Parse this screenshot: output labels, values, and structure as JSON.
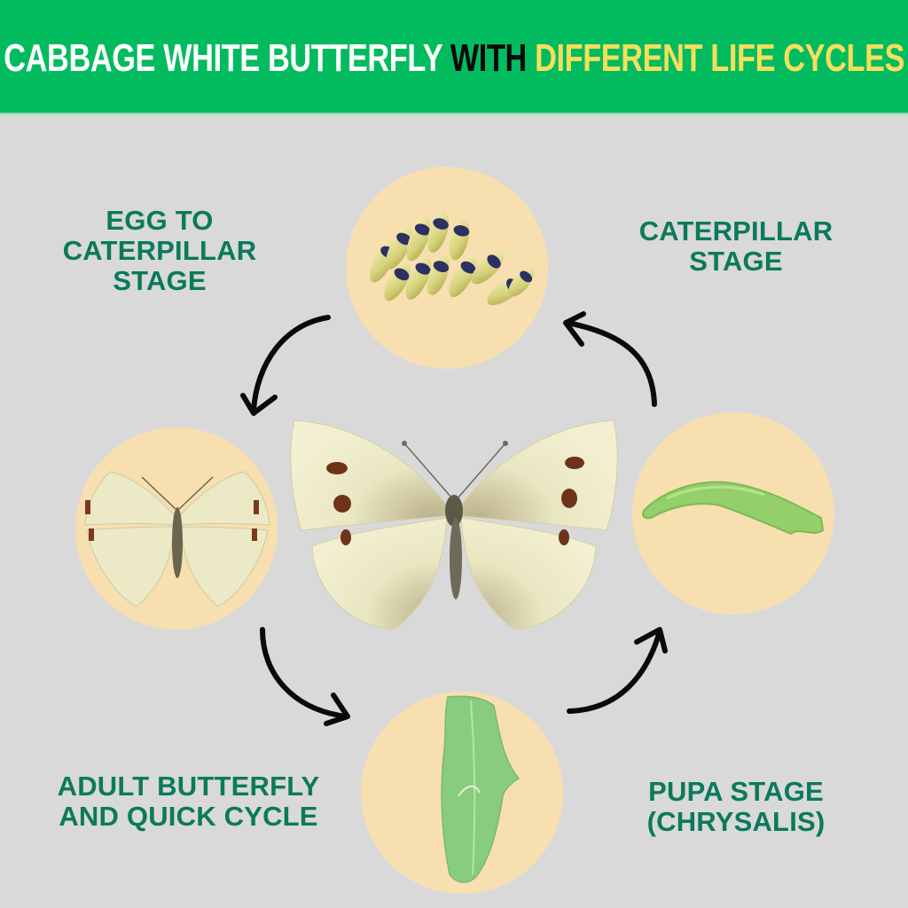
{
  "header": {
    "title_parts": [
      {
        "text": "CABBAGE WHITE BUTTERFLY ",
        "color": "#ffffff"
      },
      {
        "text": "WITH ",
        "color": "#0a0a0a"
      },
      {
        "text": "DIFFERENT LIFE CYCLES",
        "color": "#f6de5c"
      }
    ],
    "background": "#03bb5f"
  },
  "colors": {
    "background": "#d9d9d9",
    "label_text": "#0b7a5a",
    "circle_fill": "#f7dfb0",
    "arrow": "#0a0a0a"
  },
  "stages": {
    "egg_to_caterpillar": {
      "label": "EGG TO\nCATERPILLAR\nSTAGE",
      "image": "egg-cluster"
    },
    "caterpillar": {
      "label": "CATERPILLAR\nSTAGE",
      "image": "green-caterpillar"
    },
    "pupa": {
      "label": "PUPA STAGE\n(CHRYSALIS)",
      "image": "green-chrysalis"
    },
    "adult": {
      "label": "ADULT BUTTERFLY\nAND QUICK CYCLE",
      "image": "small-butterfly"
    }
  },
  "center": {
    "image": "cabbage-white-butterfly"
  },
  "arrows": [
    "eggs-to-adult",
    "adult-to-pupa",
    "pupa-to-caterpillar",
    "caterpillar-to-eggs"
  ]
}
